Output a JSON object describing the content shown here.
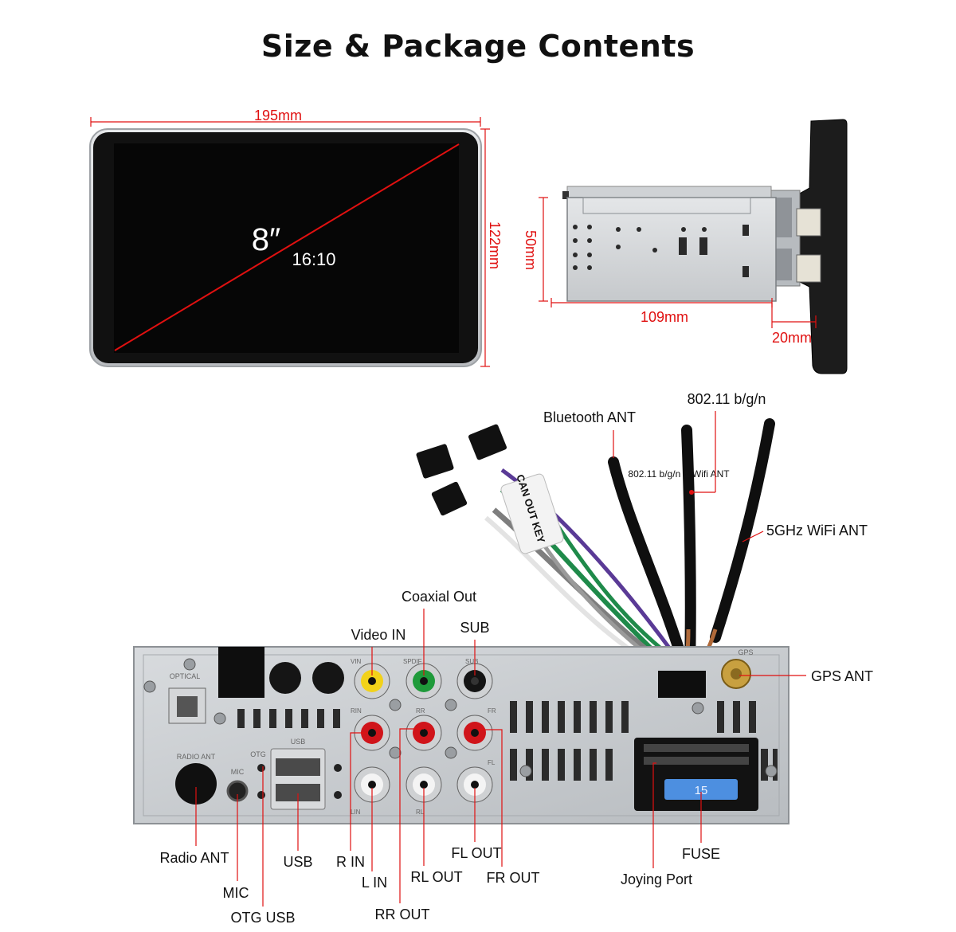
{
  "title": "Size & Package Contents",
  "front": {
    "width": "195mm",
    "height": "122mm",
    "size": "8″",
    "ratio": "16:10"
  },
  "side": {
    "height": "50mm",
    "depth": "109mm",
    "screen_depth": "20mm"
  },
  "harness": {
    "can_label": "CAN OUT KEY"
  },
  "labels": {
    "wifi_top": "802.11 b/g/n",
    "bluetooth": "Bluetooth ANT",
    "wifi_inline": "802.11 b/g/n & Wifi ANT",
    "wifi_5g": "5GHz WiFi ANT",
    "coaxial": "Coaxial Out",
    "sub": "SUB",
    "video_in": "Video IN",
    "gps": "GPS ANT",
    "radio": "Radio ANT",
    "mic": "MIC",
    "otg": "OTG USB",
    "usb": "USB",
    "r_in": "R IN",
    "l_in": "L IN",
    "rr_out": "RR OUT",
    "rl_out": "RL OUT",
    "fl_out": "FL OUT",
    "fr_out": "FR OUT",
    "joying": "Joying Port",
    "fuse": "FUSE"
  },
  "panel_marks": {
    "optical": "OPTICAL",
    "radio_ant": "RADIO ANT",
    "otg": "OTG",
    "usb": "USB",
    "mic": "MIC",
    "vin": "VIN",
    "spdif": "SPDIF",
    "sub": "SUB",
    "rin": "RIN",
    "lin": "LIN",
    "rr": "RR",
    "rl": "RL",
    "fr": "FR",
    "fl": "FL",
    "gps": "GPS",
    "fuse_value": "15"
  },
  "colors": {
    "dimension": "#e01010",
    "screen": "#0a0a0a",
    "bezel": "#cfd2d6",
    "panel": "#c9ccd0",
    "rca_yellow": "#f2d21a",
    "rca_green": "#1f9a3a",
    "rca_red": "#d0141a",
    "rca_white": "#f4f4f4",
    "fuse_blue": "#4d8fe0"
  }
}
